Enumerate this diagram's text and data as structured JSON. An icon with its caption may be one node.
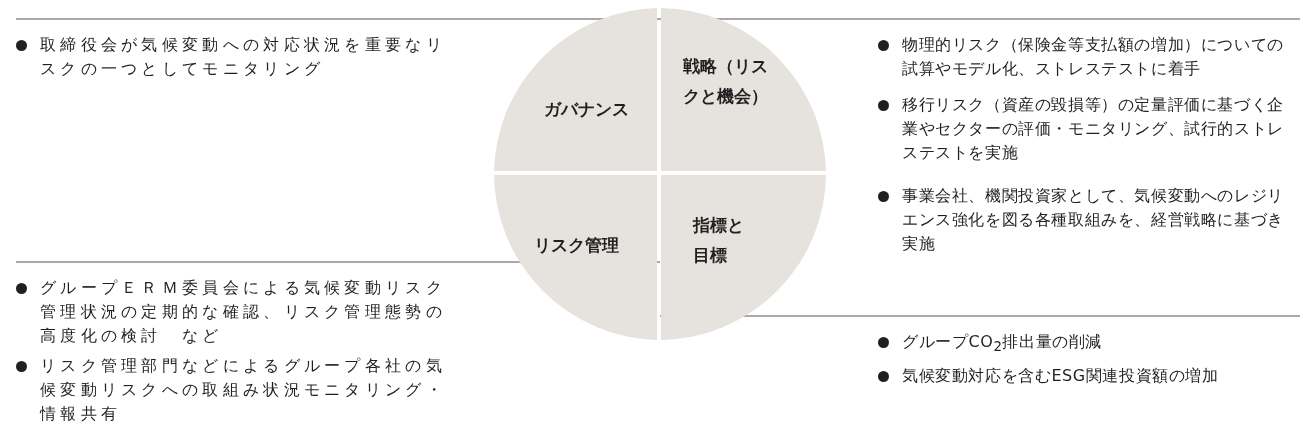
{
  "diagram": {
    "nodes": [
      {
        "text": [
          "ガバナンス"
        ]
      },
      {
        "text": [
          "戦略（リスクと機会）"
        ]
      },
      {
        "text": [
          "リスク管理"
        ]
      },
      {
        "text": [
          "指標と目標"
        ]
      }
    ],
    "labels": [
      "取締役会が気候変動への対応状況を重要なリスクの一つとしてモニタリング",
      "グループＥＲＭ委員会による気候変動リスク管理状況の定期的な確認、リスク管理態勢の高度化の検討　など",
      "リスク管理部門などによるグループ各社の気候変動リスクへの取組み状況モニタリング・情報共有",
      "物理的リスク（保険金等支払額の増加）についての試算やモデル化、ストレステストに着手",
      "移行リスク（資産の毀損等）の定量評価に基づく企業やセクターの評価・モニタリング、試行的ストレステストを実施",
      "事業会社、機関投資家として、気候変動へのレジリエンス強化を図る各種取組みを、経営戦略に基づき実施",
      "グループCO$_{2}$排出量の削減",
      "気候変動対応を含むESG関連投資額の増加"
    ]
  }
}
